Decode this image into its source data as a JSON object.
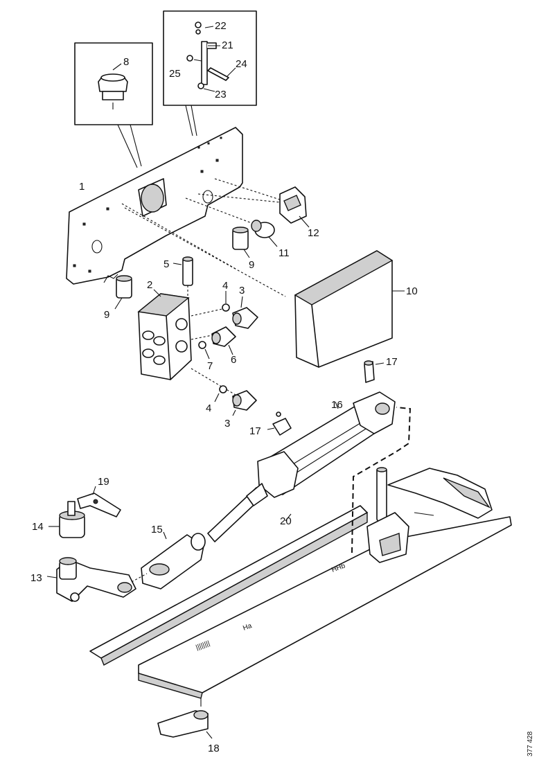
{
  "callouts": {
    "c1": "1",
    "c2": "2",
    "c3a": "3",
    "c3b": "3",
    "c4a": "4",
    "c4b": "4",
    "c5": "5",
    "c6": "6",
    "c7": "7",
    "c8": "8",
    "c9a": "9",
    "c9b": "9",
    "c10": "10",
    "c11": "11",
    "c12": "12",
    "c13": "13",
    "c14": "14",
    "c15": "15",
    "c16": "16",
    "c17a": "17",
    "c17b": "17",
    "c18": "18",
    "c19": "19",
    "c20": "20",
    "c21": "21",
    "c22": "22",
    "c23": "23",
    "c24": "24",
    "c25": "25"
  },
  "figure_ref": "377 428"
}
